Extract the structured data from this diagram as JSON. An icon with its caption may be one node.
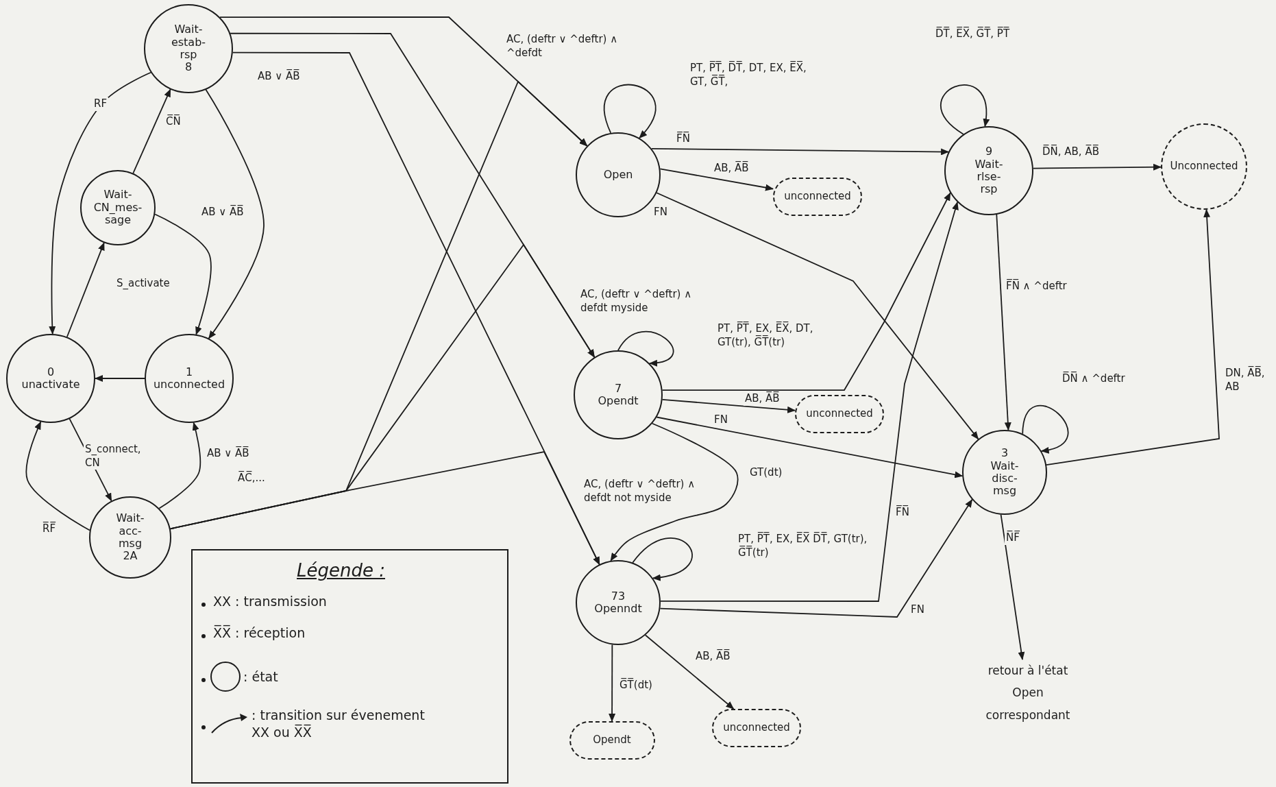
{
  "diagram": {
    "nodes": [
      {
        "text": [
          "Wait- estab- rsp",
          "8"
        ]
      },
      {
        "text": [
          "Wait- CN_mes- sage"
        ]
      },
      {
        "text": [
          "0",
          "unactivate"
        ]
      },
      {
        "text": [
          "1",
          "unconnected"
        ]
      },
      {
        "text": [
          "Wait- acc- msg",
          "2A"
        ]
      },
      {
        "text": [
          "Open"
        ]
      },
      {
        "text": [
          "unconnected"
        ]
      },
      {
        "text": [
          "7",
          "Opendt"
        ]
      },
      {
        "text": [
          "unconnected"
        ]
      },
      {
        "text": [
          "73",
          "Openndt"
        ]
      },
      {
        "text": [
          "Opendt"
        ]
      },
      {
        "text": [
          "unconnected"
        ]
      },
      {
        "text": [
          "9",
          "Wait- rlse- rsp"
        ]
      },
      {
        "text": [
          "Unconnected"
        ]
      },
      {
        "text": [
          "3",
          "Wait- disc- msg"
        ]
      },
      {
        "text": [
          "retour à l'état Open correspondant"
        ]
      }
    ],
    "edges": [
      {
        "from": 0,
        "to": 5,
        "arrow": "to",
        "label": "AC, (deftr ∨ ^deftr) ∧ ^defdt"
      },
      {
        "from": 0,
        "to": 7,
        "arrow": "to",
        "label": "AC, (deftr ∨ ^deftr) ∧ defdt myside"
      },
      {
        "from": 0,
        "to": 9,
        "arrow": "to",
        "label": "AC, (deftr ∨ ^deftr) ∧ defdt not myside"
      },
      {
        "from": 4,
        "to": 5,
        "arrow": "to",
        "label": "A̅C̅,..."
      },
      {
        "from": 4,
        "to": 7,
        "arrow": "to"
      },
      {
        "from": 4,
        "to": 9,
        "arrow": "to"
      },
      {
        "from": 0,
        "to": 2,
        "arrow": "to",
        "label": "RF"
      },
      {
        "from": 0,
        "to": 3,
        "arrow": "to",
        "label": "AB ∨ A̅B̅"
      },
      {
        "from": 1,
        "to": 0,
        "arrow": "to",
        "label": "C̅N̅"
      },
      {
        "from": 1,
        "to": 3,
        "arrow": "to",
        "label": "AB ∨ A̅B̅"
      },
      {
        "from": 2,
        "to": 1,
        "arrow": "to",
        "label": "S_activate"
      },
      {
        "from": 3,
        "to": 2,
        "arrow": "to"
      },
      {
        "from": 2,
        "to": 4,
        "arrow": "to",
        "label": "S_connect, CN"
      },
      {
        "from": 4,
        "to": 2,
        "arrow": "to",
        "label": "R̅F̅"
      },
      {
        "from": 4,
        "to": 3,
        "arrow": "to",
        "label": "AB ∨ A̅B̅"
      },
      {
        "from": 5,
        "to": 5,
        "arrow": "to",
        "label": "PT, P̅T̅, D̅T̅, DT, EX, E̅X̅, GT, G̅T̅,"
      },
      {
        "from": 5,
        "to": 12,
        "arrow": "to",
        "label": "F̅N̅"
      },
      {
        "from": 5,
        "to": 6,
        "arrow": "to",
        "label": "AB, A̅B̅"
      },
      {
        "from": 5,
        "to": 14,
        "arrow": "to",
        "label": "FN"
      },
      {
        "from": 7,
        "to": 7,
        "arrow": "to",
        "label": "PT, P̅T̅, EX, E̅X̅, DT, GT(tr), G̅T̅(tr)"
      },
      {
        "from": 7,
        "to": 12,
        "arrow": "to"
      },
      {
        "from": 7,
        "to": 8,
        "arrow": "to",
        "label": "AB, A̅B̅"
      },
      {
        "from": 7,
        "to": 14,
        "arrow": "to",
        "label": "FN"
      },
      {
        "from": 7,
        "to": 9,
        "arrow": "to",
        "label": "GT(dt)"
      },
      {
        "from": 9,
        "to": 9,
        "arrow": "to",
        "label": "PT, P̅T̅, EX, E̅X̅ D̅T̅, GT(tr), G̅T̅(tr)"
      },
      {
        "from": 9,
        "to": 12,
        "arrow": "to",
        "label": "F̅N̅"
      },
      {
        "from": 9,
        "to": 14,
        "arrow": "to",
        "label": "FN"
      },
      {
        "from": 9,
        "to": 10,
        "arrow": "to",
        "label": "G̅T̅(dt)"
      },
      {
        "from": 9,
        "to": 11,
        "arrow": "to",
        "label": "AB, A̅B̅"
      },
      {
        "from": 12,
        "to": 12,
        "arrow": "to",
        "label": "D̅T̅, E̅X̅, G̅T̅, P̅T̅"
      },
      {
        "from": 12,
        "to": 13,
        "arrow": "to",
        "label": "D̅N̅, AB, A̅B̅"
      },
      {
        "from": 12,
        "to": 14,
        "arrow": "to",
        "label": "F̅N̅ ∧ ^deftr"
      },
      {
        "from": 14,
        "to": 14,
        "arrow": "to",
        "label": "D̅N̅ ∧ ^deftr"
      },
      {
        "from": 14,
        "to": 13,
        "arrow": "to",
        "label": "DN, A̅B̅, AB"
      },
      {
        "from": 14,
        "to": 15,
        "arrow": "to",
        "label": "N̅F̅"
      }
    ],
    "labels": [
      "Légende :"
    ],
    "legend": [
      {
        "text": "XX : transmission"
      },
      {
        "text": "X̅X̅ : réception"
      },
      {
        "text": ": état"
      },
      {
        "text": ": transition sur évenement XX ou X̅X̅"
      }
    ]
  }
}
